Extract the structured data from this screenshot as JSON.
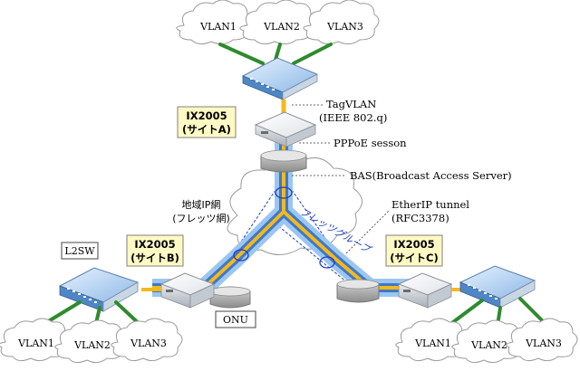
{
  "labels": {
    "vlan_top": [
      "VLAN1",
      "VLAN2",
      "VLAN3"
    ],
    "vlan_left": [
      "VLAN1",
      "VLAN2",
      "VLAN3"
    ],
    "vlan_right": [
      "VLAN1",
      "VLAN2",
      "VLAN3"
    ],
    "site_a": [
      "IX2005",
      "(サイトA)"
    ],
    "site_b": [
      "IX2005",
      "(サイトB)"
    ],
    "site_c": [
      "IX2005",
      "(サイトC)"
    ],
    "l2sw": "L2SW",
    "onu": "ONU",
    "tagvlan": [
      "TagVLAN",
      "(IEEE 802.q)"
    ],
    "pppoe": "PPPoE sesson",
    "bas": "BAS(Broadcast Access Server)",
    "etherip": [
      "EtherIP tunnel",
      "(RFC3378)"
    ],
    "network": [
      "地域IP網",
      "(フレッツ網)"
    ],
    "flets_group": "フレッツグループ"
  },
  "colors": {
    "tunnel_outer": "#9cc6f0",
    "tunnel_mid": "#3d79c8",
    "tunnel_core": "#f6b81a",
    "vlan_line": "#2e8b2e",
    "label_box_fill": "#fff9c4",
    "label_box_stroke": "#7f7f7f",
    "flets_group_text": "#1f3fbf"
  }
}
